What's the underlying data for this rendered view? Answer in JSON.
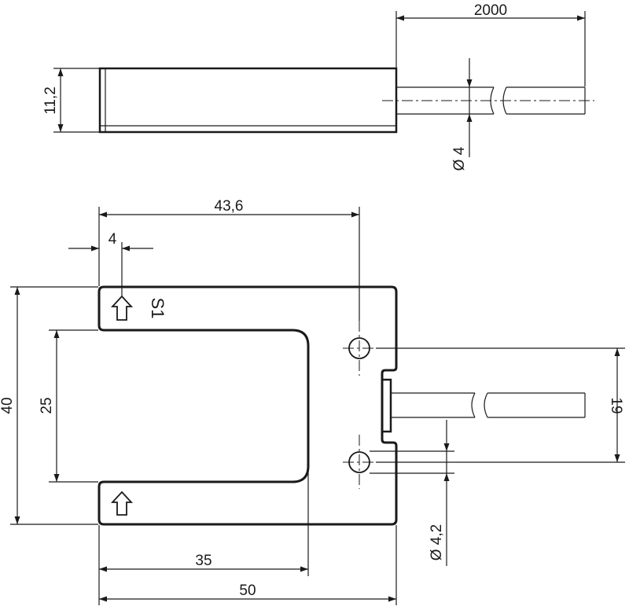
{
  "dimensions": {
    "cable_length": "2000",
    "height": "11,2",
    "cable_diameter": "Ø 4",
    "hole_x": "43,6",
    "slot_offset": "4",
    "total_height": "40",
    "slot_width": "25",
    "slot_depth": "35",
    "total_length": "50",
    "hole_spacing": "19",
    "hole_diameter": "Ø 4,2"
  },
  "labels": {
    "sensor_mark": "S1"
  },
  "icons": [
    "arrow-up-icon",
    "arrow-up-icon"
  ]
}
